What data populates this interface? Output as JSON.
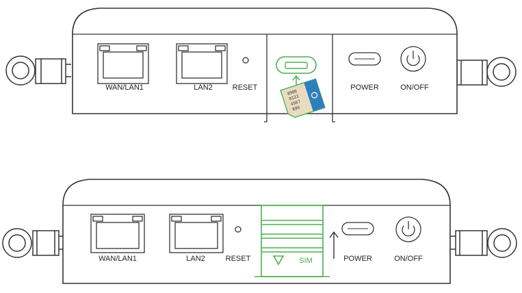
{
  "diagram": {
    "top": {
      "ports": [
        {
          "id": "wan",
          "label": "WAN/LAN1"
        },
        {
          "id": "lan2",
          "label": "LAN2"
        },
        {
          "id": "reset",
          "label": "RESET"
        },
        {
          "id": "power",
          "label": "POWER"
        },
        {
          "id": "onoff",
          "label": "ON/OFF"
        }
      ],
      "sim_card_text": [
        "8986",
        "0123",
        "4567",
        "890"
      ]
    },
    "bottom": {
      "ports": [
        {
          "id": "wan",
          "label": "WAN/LAN1"
        },
        {
          "id": "lan2",
          "label": "LAN2"
        },
        {
          "id": "reset",
          "label": "RESET"
        },
        {
          "id": "sim",
          "label": "SIM"
        },
        {
          "id": "power",
          "label": "POWER"
        },
        {
          "id": "onoff",
          "label": "ON/OFF"
        }
      ]
    },
    "colors": {
      "outline": "#333333",
      "sim_accent": "#4caf50",
      "card_blue": "#2f7fbf",
      "card_beige": "#e8dcc0"
    }
  }
}
